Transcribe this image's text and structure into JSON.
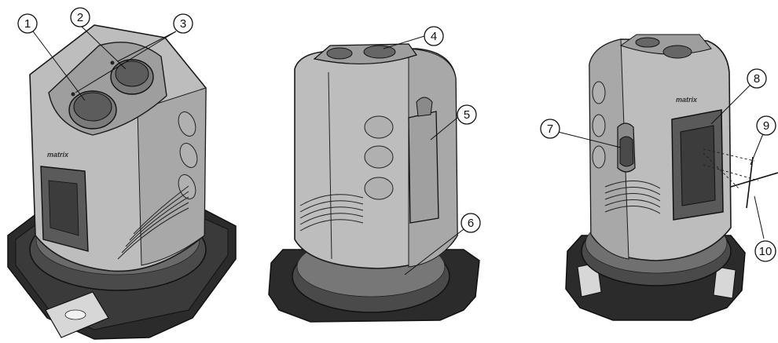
{
  "colors": {
    "body_fill": "#bdbdbd",
    "body_shade": "#a8a8a8",
    "dark_base": "#4a4a4a",
    "black_base": "#2b2b2b",
    "outline": "#1a1a1a",
    "top_cap": "#9e9e9e",
    "window": "#5a5a5a",
    "background": "#ffffff"
  },
  "brand_text": "matrix",
  "callouts": [
    {
      "id": "c1",
      "label": "1"
    },
    {
      "id": "c2",
      "label": "2"
    },
    {
      "id": "c3",
      "label": "3"
    },
    {
      "id": "c4",
      "label": "4"
    },
    {
      "id": "c5",
      "label": "5"
    },
    {
      "id": "c6",
      "label": "6"
    },
    {
      "id": "c7",
      "label": "7"
    },
    {
      "id": "c8",
      "label": "8"
    },
    {
      "id": "c9",
      "label": "9"
    },
    {
      "id": "c10",
      "label": "10"
    }
  ]
}
